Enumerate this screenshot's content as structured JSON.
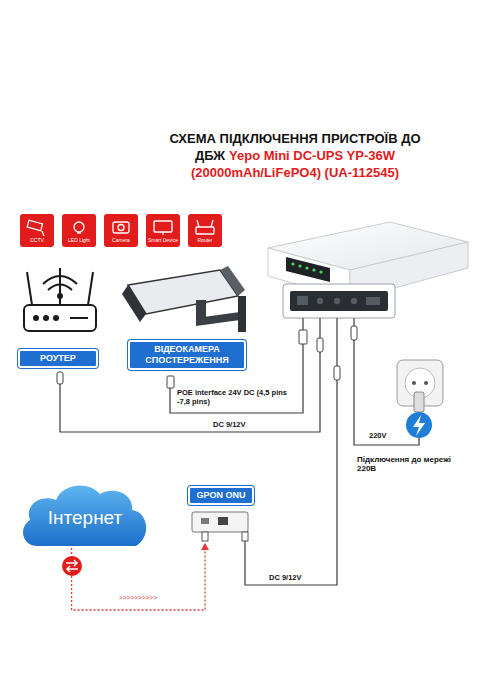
{
  "diagram": {
    "title": "СХЕМА ПІДКЛЮЧЕННЯ ПРИСТРОЇВ ДО ДБЖ",
    "nodes": [
      {
        "text": [
          "РОУТЕР"
        ]
      },
      {
        "text": [
          "ВІДЕОКАМЕРА СПОСТЕРЕЖЕННЯ"
        ]
      },
      {
        "text": [
          "Інтернет"
        ]
      },
      {
        "text": [
          "GPON ONU"
        ]
      }
    ],
    "edges": [
      {
        "from": 2,
        "to": 3,
        "arrow": "to"
      }
    ],
    "labels": [
      "Yepo Mini DC-UPS YP-36W (20000mAh/LiFePO4) (UA-112545)",
      "CCTV",
      "LED Light",
      "Camera",
      "Smart Device",
      "Router",
      "POE interface 24V DC (4,5 pins -7,8 pins)",
      "DC 9/12V",
      "220V",
      "Підключення до мережі 220В",
      ">>>>>>>>>>",
      "DC 9/12V"
    ]
  }
}
